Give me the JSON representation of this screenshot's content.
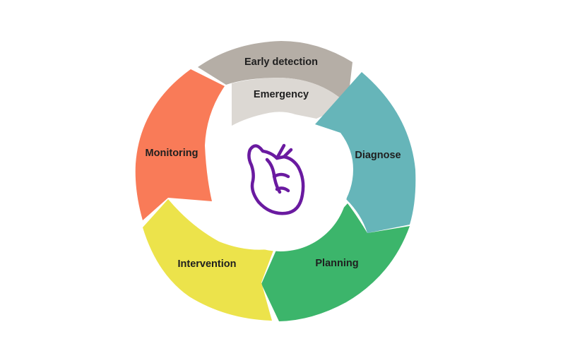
{
  "diagram": {
    "stages": [
      {
        "id": "early-detection",
        "label": "Early detection",
        "color": "#b5aea6"
      },
      {
        "id": "emergency",
        "label": "Emergency",
        "color": "#dcd8d3"
      },
      {
        "id": "diagnose",
        "label": "Diagnose",
        "color": "#66b5b9"
      },
      {
        "id": "planning",
        "label": "Planning",
        "color": "#3cb56b"
      },
      {
        "id": "intervention",
        "label": "Intervention",
        "color": "#ece34b"
      },
      {
        "id": "monitoring",
        "label": "Monitoring",
        "color": "#f97b58"
      }
    ],
    "center_icon": {
      "name": "heart-icon",
      "color": "#6a1aa0"
    }
  }
}
